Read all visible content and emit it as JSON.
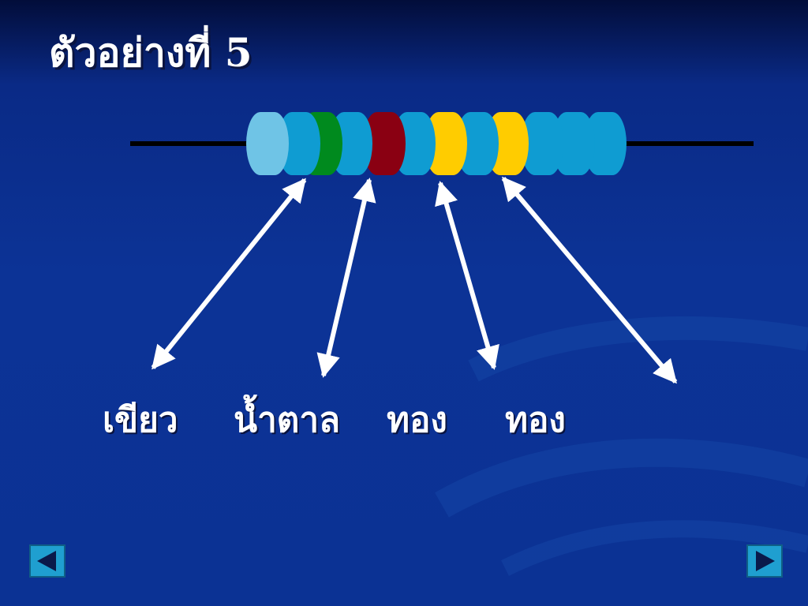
{
  "slide": {
    "title": "ตัวอย่างที่ 5"
  },
  "resistor": {
    "body_color": "#0f9cd2",
    "lead_color": "#000000",
    "bands": [
      {
        "label": "เขียว",
        "color": "#008a1e"
      },
      {
        "label": "น้ำตาล",
        "color": "#8a0012"
      },
      {
        "label": "ทอง",
        "color": "#ffcc00"
      },
      {
        "label": "ทอง",
        "color": "#ffcc00"
      }
    ]
  },
  "navigation": {
    "prev_icon": "triangle-left-icon",
    "next_icon": "triangle-right-icon",
    "button_color": "#1f9fd0"
  }
}
